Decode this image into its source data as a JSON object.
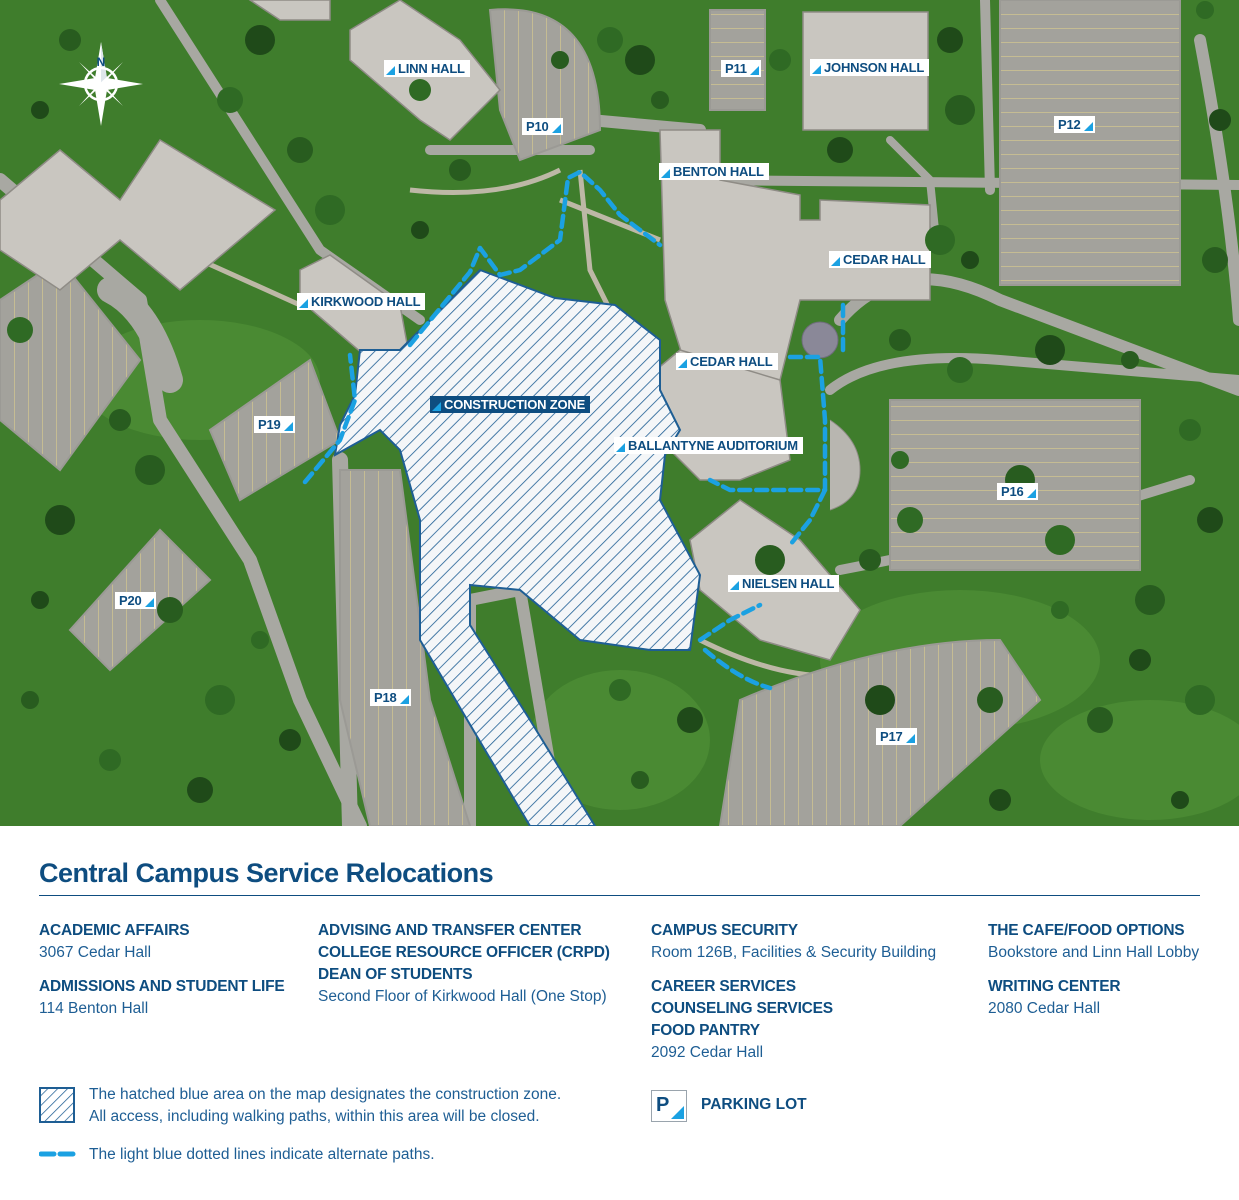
{
  "map": {
    "compass": {
      "icon": "compass-rose-icon",
      "label": "N"
    },
    "colors": {
      "grass": "#3f7d2c",
      "road": "#a8a8a2",
      "building": "#c9c6c0",
      "hatch": "#1e5e94",
      "path": "#1ba1e2",
      "label_text": "#0e4d80"
    },
    "buildings": {
      "linn_hall": "LINN HALL",
      "johnson_hall": "JOHNSON HALL",
      "benton_hall": "BENTON HALL",
      "cedar_hall_east": "CEDAR HALL",
      "kirkwood_hall": "KIRKWOOD HALL",
      "cedar_hall_center": "CEDAR HALL",
      "construction_zone": "CONSTRUCTION ZONE",
      "ballantyne_auditorium": "BALLANTYNE AUDITORIUM",
      "nielsen_hall": "NIELSEN HALL"
    },
    "parking": {
      "p10": "P10",
      "p11": "P11",
      "p12": "P12",
      "p16": "P16",
      "p17": "P17",
      "p18": "P18",
      "p19": "P19",
      "p20": "P20"
    }
  },
  "legend": {
    "title": "Central Campus Service Relocations",
    "col1": {
      "h1": "ACADEMIC AFFAIRS",
      "t1": "3067 Cedar Hall",
      "h2": "ADMISSIONS AND STUDENT LIFE",
      "t2": "114 Benton Hall"
    },
    "col2": {
      "h1": "ADVISING AND TRANSFER CENTER",
      "h2": "COLLEGE RESOURCE OFFICER (CRPD)",
      "h3": "DEAN OF STUDENTS",
      "t1": "Second Floor of Kirkwood Hall (One Stop)"
    },
    "col3": {
      "h1": "CAMPUS SECURITY",
      "t1": "Room 126B, Facilities & Security Building",
      "h2": "CAREER SERVICES",
      "h3": "COUNSELING SERVICES",
      "h4": "FOOD PANTRY",
      "t2": "2092 Cedar Hall"
    },
    "col4": {
      "h1": "THE CAFE/FOOD OPTIONS",
      "t1": "Bookstore and Linn Hall Lobby",
      "h2": "WRITING CENTER",
      "t2": "2080 Cedar Hall"
    },
    "keys": {
      "hatch_line1": "The hatched blue area on the map designates the construction zone.",
      "hatch_line2": "All access, including walking paths, within this area will be closed.",
      "dotted": "The light blue dotted lines indicate alternate paths.",
      "parking_symbol": "P",
      "parking_label": "PARKING LOT"
    }
  }
}
